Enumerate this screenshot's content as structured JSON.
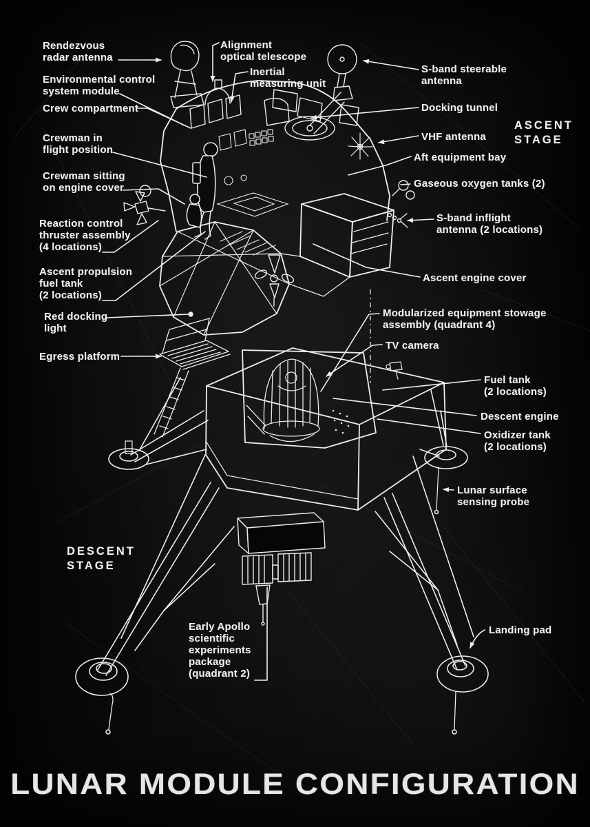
{
  "poster": {
    "title": "LUNAR MODULE CONFIGURATION",
    "colors": {
      "background": "#0a0a0a",
      "ink": "#f1f1f1"
    }
  },
  "stages": {
    "ascent": "ASCENT\nSTAGE",
    "descent": "DESCENT\nSTAGE"
  },
  "callouts": {
    "rendezvous_radar": "Rendezvous\nradar antenna",
    "environmental_control": "Environmental control\nsystem module",
    "crew_compartment": "Crew compartment",
    "crewman_flight": "Crewman in\nflight position",
    "crewman_sitting": "Crewman sitting\non engine cover",
    "reaction_control": "Reaction control\nthruster assembly\n(4 locations)",
    "ascent_fuel_tank": "Ascent propulsion\nfuel tank\n(2 locations)",
    "red_docking_light": "Red docking\nlight",
    "egress_platform": "Egress platform",
    "alignment_telescope": "Alignment\noptical telescope",
    "inertial_unit": "Inertial\nmeasuring unit",
    "sband_steerable": "S-band steerable\nantenna",
    "docking_tunnel": "Docking tunnel",
    "vhf_antenna": "VHF antenna",
    "aft_equipment_bay": "Aft equipment bay",
    "gaseous_oxygen": "Gaseous oxygen tanks (2)",
    "sband_inflight": "S-band inflight\nantenna (2 locations)",
    "ascent_engine_cover": "Ascent engine cover",
    "modularized_stowage": "Modularized equipment stowage\nassembly (quadrant 4)",
    "tv_camera": "TV camera",
    "fuel_tank": "Fuel tank\n(2 locations)",
    "descent_engine": "Descent engine",
    "oxidizer_tank": "Oxidizer tank\n(2 locations)",
    "lunar_probe": "Lunar surface\nsensing probe",
    "landing_pad": "Landing pad",
    "early_apollo": "Early Apollo\nscientific\nexperiments\npackage\n(quadrant 2)"
  }
}
